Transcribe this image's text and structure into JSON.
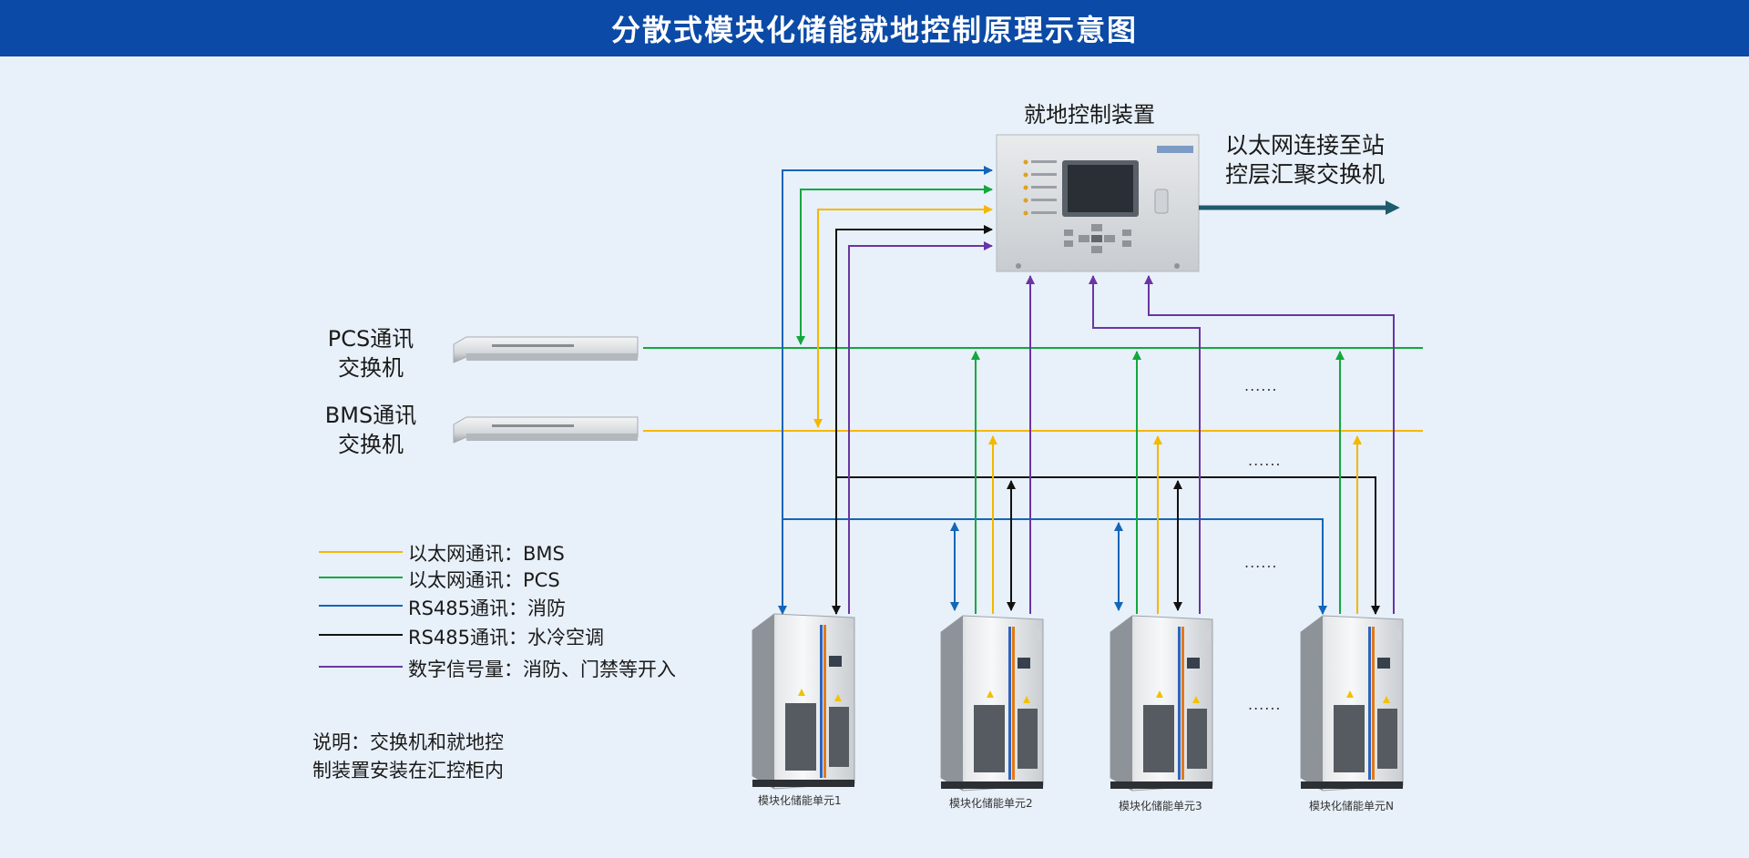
{
  "title": "分散式模块化储能就地控制原理示意图",
  "controller": {
    "label": "就地控制装置"
  },
  "ethernet_uplink": {
    "line1": "以太网连接至站",
    "line2": "控层汇聚交换机"
  },
  "switches": {
    "pcs": {
      "line1": "PCS通讯",
      "line2": "交换机"
    },
    "bms": {
      "line1": "BMS通讯",
      "line2": "交换机"
    }
  },
  "legend": [
    {
      "color": "#f5b800",
      "text": "以太网通讯：BMS"
    },
    {
      "color": "#12a83e",
      "text": "以太网通讯：PCS"
    },
    {
      "color": "#1366b8",
      "text": "RS485通讯：消防"
    },
    {
      "color": "#111111",
      "text": "RS485通讯：水冷空调"
    },
    {
      "color": "#6a35a3",
      "text": "数字信号量：消防、门禁等开入"
    }
  ],
  "note": {
    "line1": "说明：交换机和就地控",
    "line2": "制装置安装在汇控柜内"
  },
  "units": [
    "模块化储能单元1",
    "模块化储能单元2",
    "模块化储能单元3",
    "模块化储能单元N"
  ],
  "ellipsis": "......",
  "colors": {
    "bms": "#f5b800",
    "pcs": "#12a83e",
    "fire": "#1366b8",
    "cooling": "#111111",
    "digital": "#6a35a3",
    "uplink": "#1f5a6e",
    "title_bg": "#0b4aa6"
  }
}
